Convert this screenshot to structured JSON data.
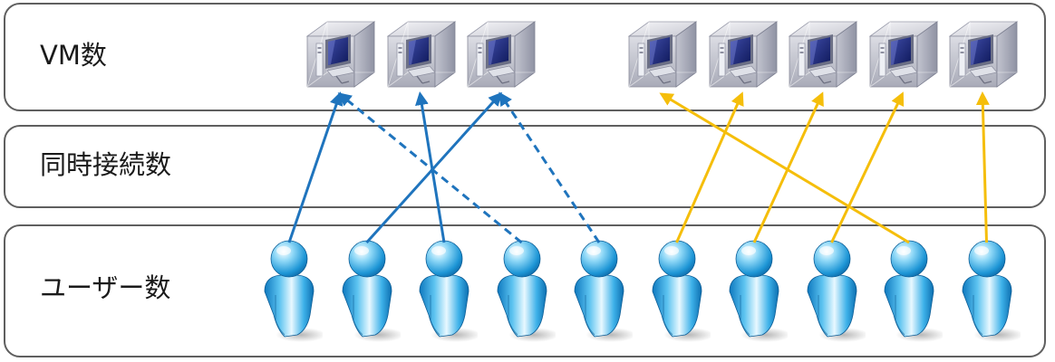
{
  "rows": {
    "vm_label": "VM数",
    "connections_label": "同時接続数",
    "users_label": "ユーザー数"
  },
  "vm_groups": [
    {
      "group": "left",
      "count": 3
    },
    {
      "group": "right",
      "count": 5
    }
  ],
  "users": {
    "count": 10
  },
  "connections": [
    {
      "user": 1,
      "vm": 1,
      "style": "solid",
      "color": "#1f74bd"
    },
    {
      "user": 2,
      "vm": 3,
      "style": "solid",
      "color": "#1f74bd"
    },
    {
      "user": 3,
      "vm": 2,
      "style": "solid",
      "color": "#1f74bd"
    },
    {
      "user": 4,
      "vm": 1,
      "style": "dashed",
      "color": "#1f74bd"
    },
    {
      "user": 5,
      "vm": 3,
      "style": "dashed",
      "color": "#1f74bd"
    },
    {
      "user": 6,
      "vm": 5,
      "style": "solid",
      "color": "#f5be0b"
    },
    {
      "user": 7,
      "vm": 6,
      "style": "solid",
      "color": "#f5be0b"
    },
    {
      "user": 8,
      "vm": 7,
      "style": "solid",
      "color": "#f5be0b"
    },
    {
      "user": 9,
      "vm": 4,
      "style": "solid",
      "color": "#f5be0b"
    },
    {
      "user": 10,
      "vm": 8,
      "style": "solid",
      "color": "#f5be0b"
    }
  ],
  "colors": {
    "blue_connection": "#1f74bd",
    "yellow_connection": "#f5be0b",
    "band_border": "#5f5f5f"
  }
}
